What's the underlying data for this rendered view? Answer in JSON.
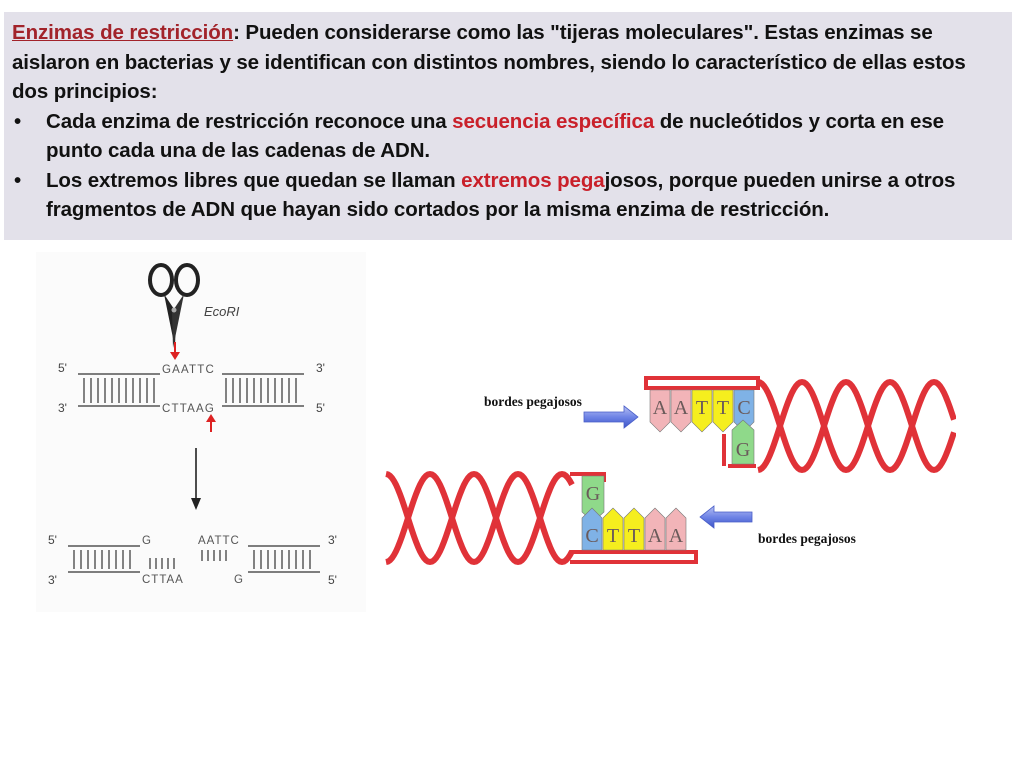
{
  "text": {
    "title_term": "Enzimas de restricción",
    "intro": ": Pueden considerarse como las \"tijeras moleculares\". Estas enzimas se aislaron en bacterias y se identifican con distintos nombres, siendo lo característico de ellas estos dos principios:",
    "bullet_char": "•",
    "bullet1_before": "Cada enzima de restricción reconoce una ",
    "bullet1_highlight": "secuencia específica",
    "bullet1_after": " de nucleótidos y corta en ese punto cada una de las cadenas de ADN.",
    "bullet2_before": "Los extremos libres que quedan se llaman ",
    "bullet2_highlight": "extremos pega",
    "bullet2_after": "josos, porque pueden unirse a otros fragmentos de ADN que hayan sido cortados por la misma enzima de restricción."
  },
  "left_figure": {
    "enzyme_label": "EcoRI",
    "five_prime": "5'",
    "three_prime": "3'",
    "top_sequence": "GAATTC",
    "bottom_sequence": "CTTAAG",
    "cut_left_top": "G",
    "cut_left_bottom": "CTTAA",
    "cut_right_top": "AATTC",
    "cut_right_bottom": "G"
  },
  "right_figure": {
    "label_top": "bordes pegajosos",
    "label_bottom": "bordes pegajosos",
    "upper_bases": [
      "A",
      "A",
      "T",
      "T",
      "C"
    ],
    "upper_g": "G",
    "lower_g": "G",
    "lower_bases": [
      "C",
      "T",
      "T",
      "A",
      "A"
    ],
    "colors": {
      "A": "#f2b4b8",
      "T": "#f5ee1e",
      "C": "#7fb2e6",
      "G": "#8fd98a",
      "helix": "#e03238"
    }
  }
}
